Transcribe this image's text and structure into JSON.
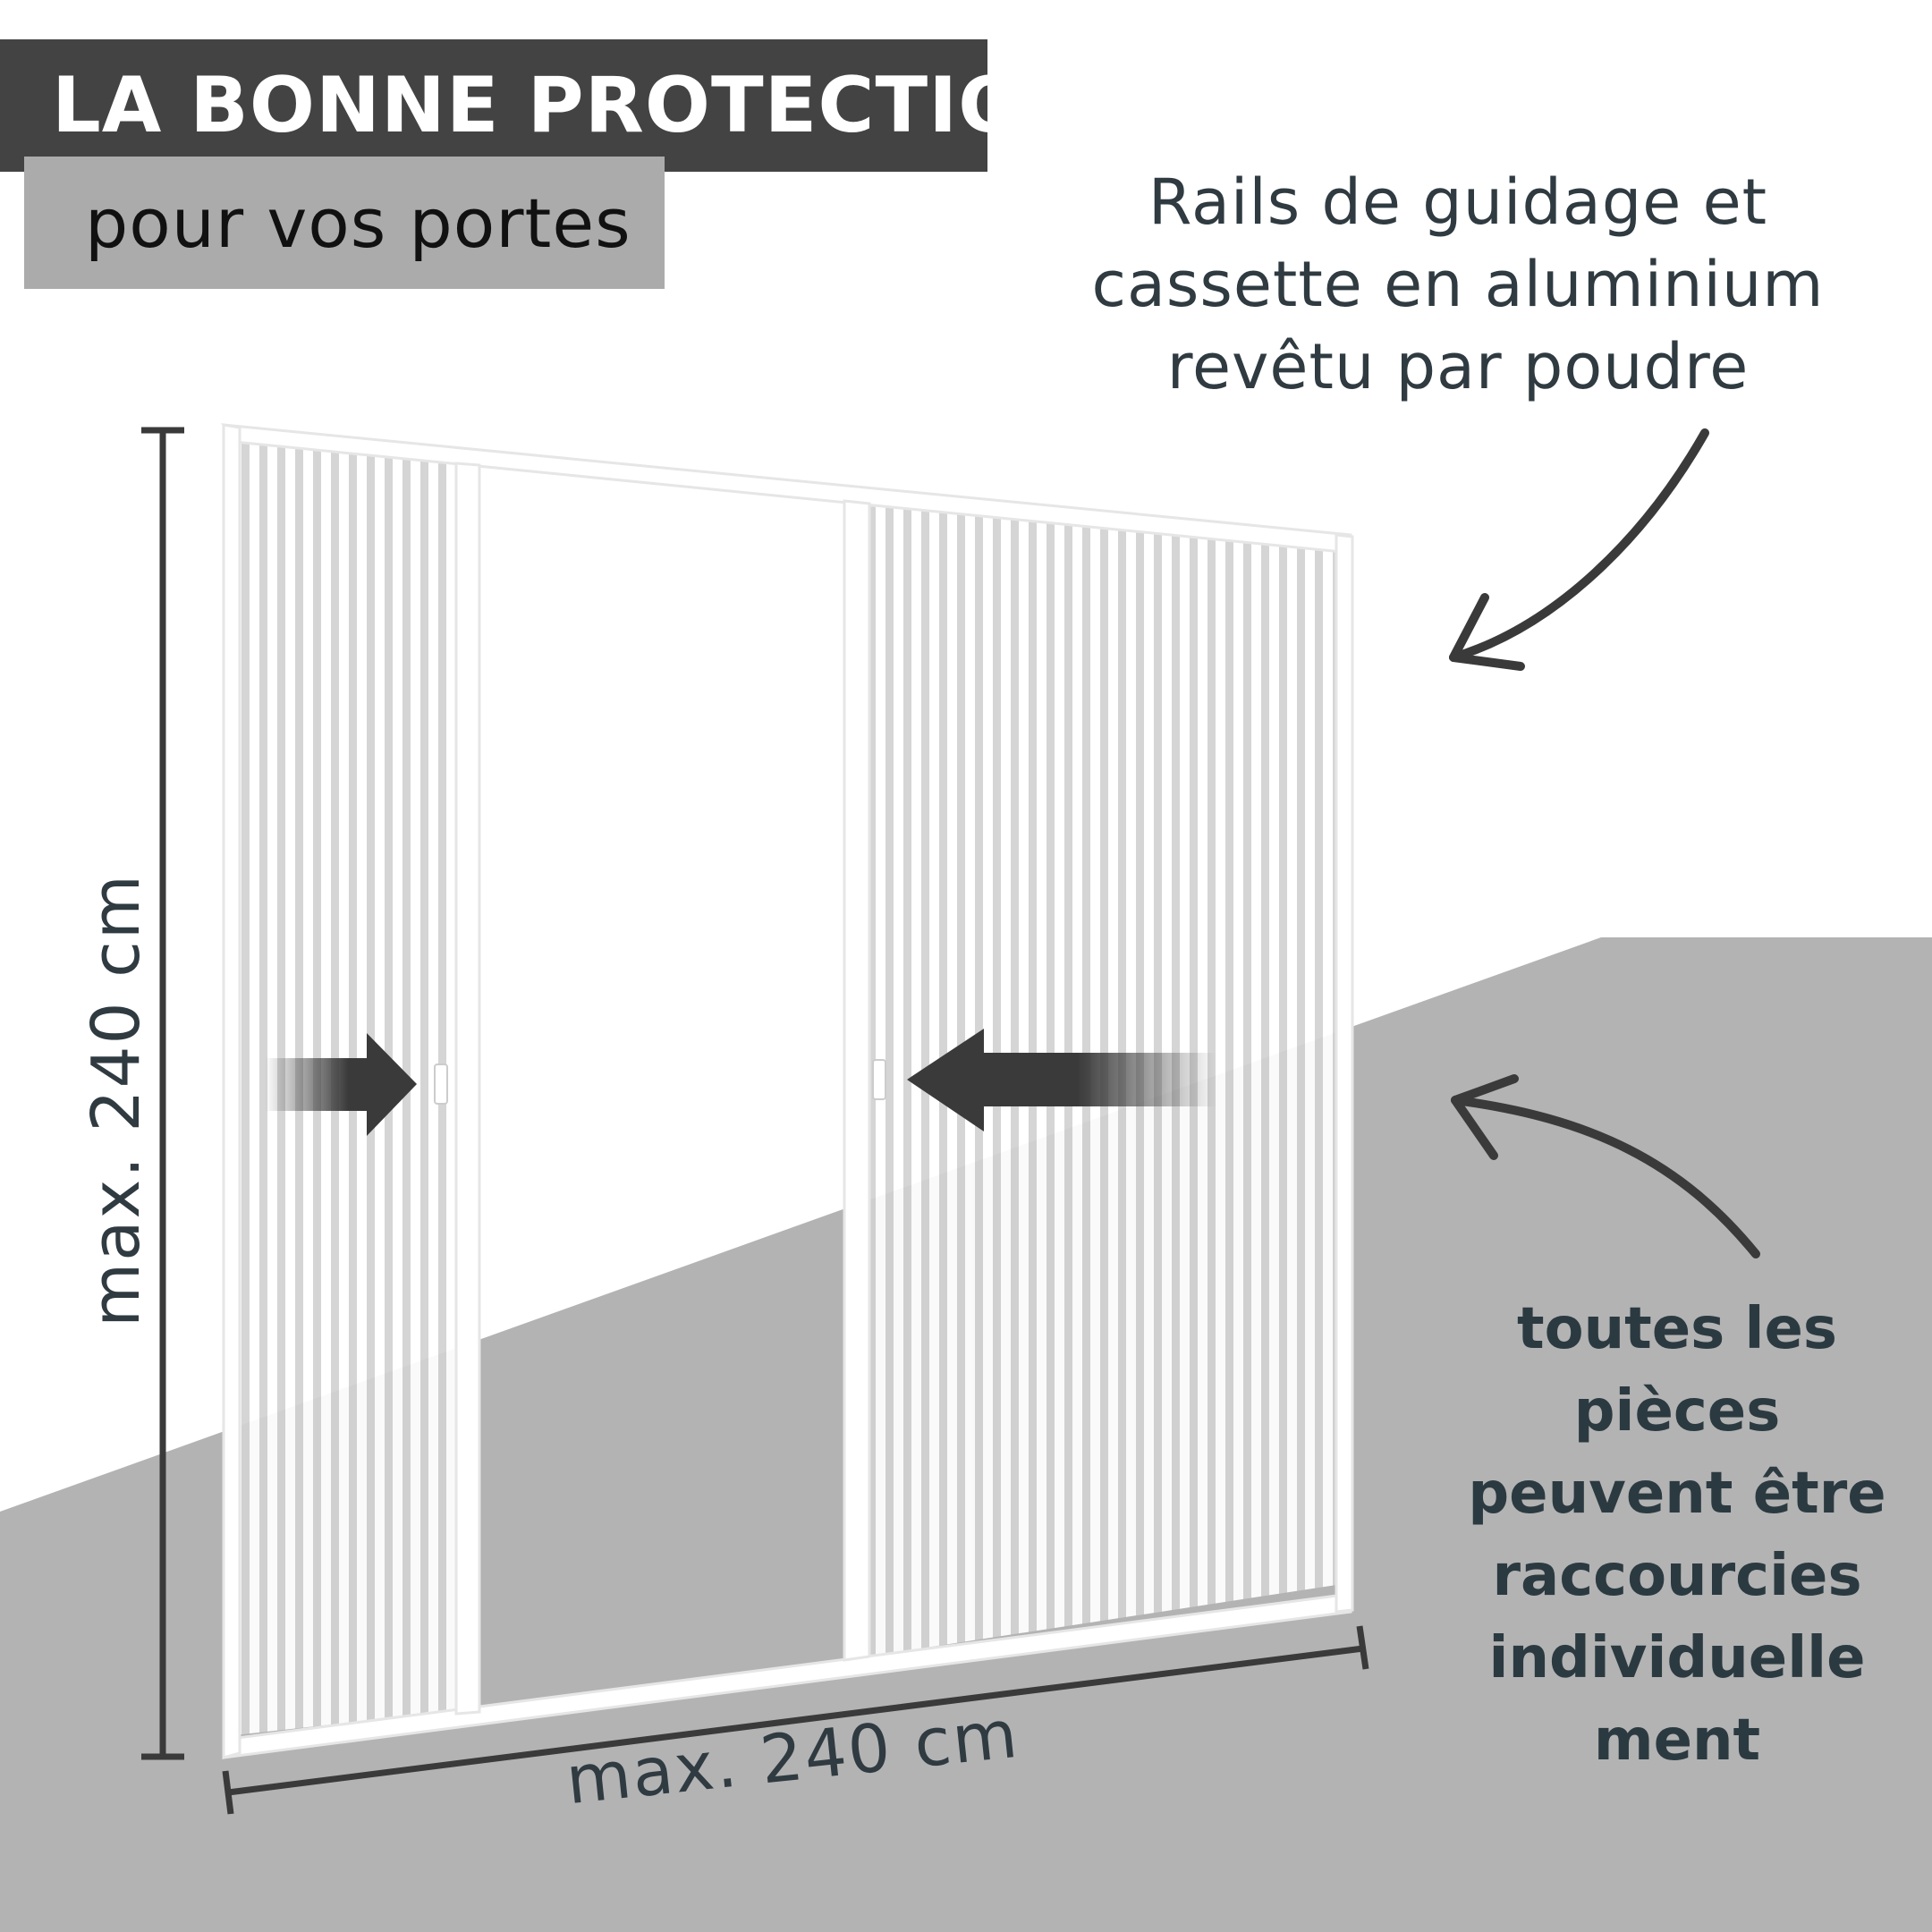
{
  "header": {
    "title": "LA BONNE PROTECTION",
    "subtitle": "pour vos portes"
  },
  "callouts": {
    "rails": [
      "Rails de guidage et",
      "cassette en aluminium",
      "revêtu par poudre"
    ],
    "shortening": [
      "toutes les",
      "pièces",
      "peuvent être",
      "raccourcies",
      "individuelle",
      "ment"
    ]
  },
  "dimensions": {
    "height_label": "max. 240 cm",
    "width_label": "max. 240 cm"
  },
  "colors": {
    "title_bar": "#434343",
    "subtitle_bar": "#ababab",
    "text_dark": "#2f3b41",
    "floor_gray": "#b3b3b3",
    "arrow": "#3a3a3a"
  },
  "icons": [
    "close-direction-arrow-icon",
    "callout-arrow-icon"
  ]
}
